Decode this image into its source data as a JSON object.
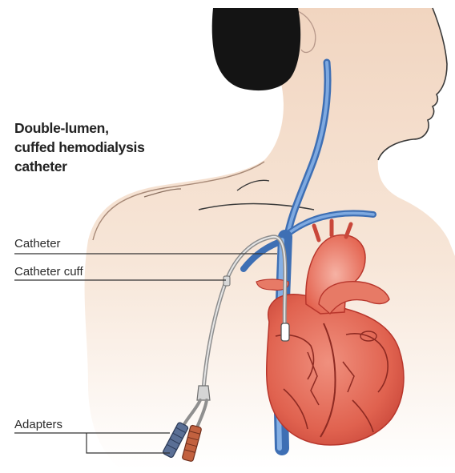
{
  "title": {
    "line1": "Double-lumen,",
    "line2": "cuffed hemodialysis",
    "line3": "catheter"
  },
  "labels": {
    "catheter": "Catheter",
    "catheter_cuff": "Catheter cuff",
    "adapters": "Adapters"
  },
  "colors": {
    "skin": "#f3dccb",
    "hair": "#141414",
    "vein": "#5b8fd0",
    "heart": "#e0624f",
    "heart_dark": "#b8362c",
    "catheter": "#b9b9b9"
  }
}
